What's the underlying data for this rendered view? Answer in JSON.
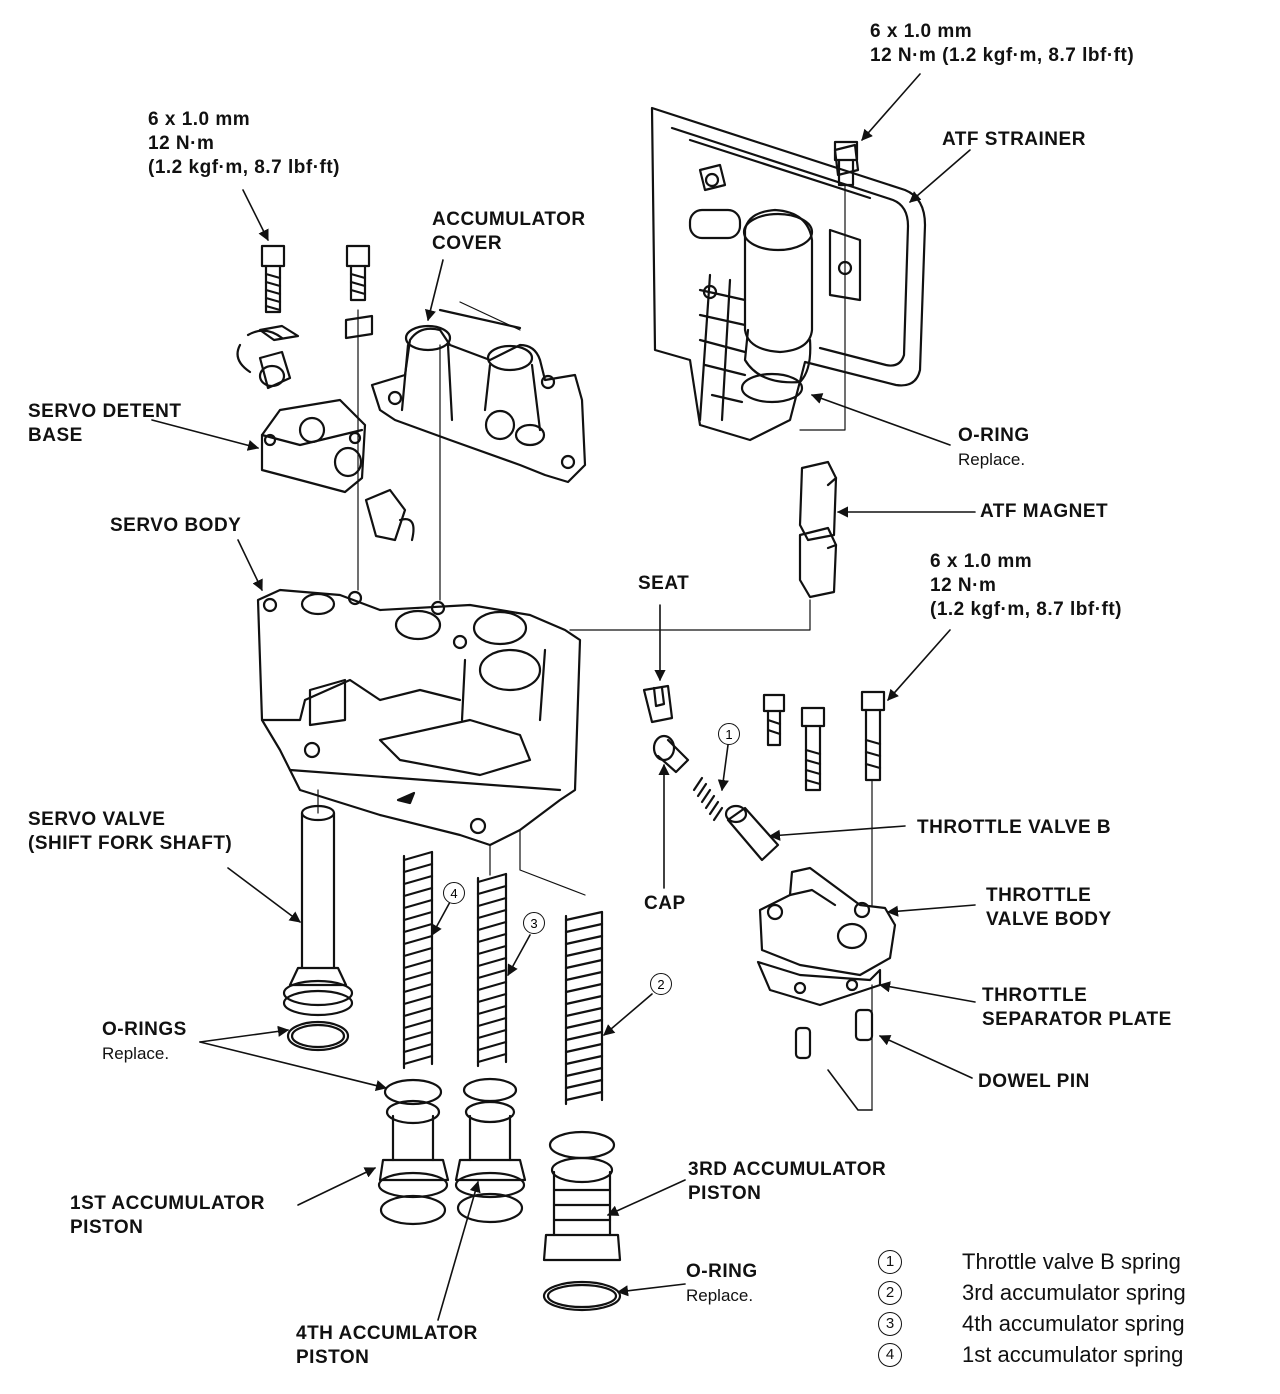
{
  "labels": {
    "bolt_left": {
      "l1": "6 x 1.0 mm",
      "l2": "12 N·m",
      "l3": "(1.2 kgf·m, 8.7 lbf·ft)"
    },
    "bolt_top": {
      "l1": "6 x 1.0 mm",
      "l2": "12 N·m (1.2 kgf·m, 8.7 lbf·ft)"
    },
    "bolt_right": {
      "l1": "6 x 1.0 mm",
      "l2": "12 N·m",
      "l3": "(1.2 kgf·m, 8.7 lbf·ft)"
    },
    "atf_strainer": "ATF STRAINER",
    "accumulator_cover": {
      "l1": "ACCUMULATOR",
      "l2": "COVER"
    },
    "servo_detent_base": {
      "l1": "SERVO DETENT",
      "l2": "BASE"
    },
    "servo_body": "SERVO BODY",
    "o_ring_top": {
      "l1": "O-RING",
      "l2": "Replace."
    },
    "atf_magnet": "ATF MAGNET",
    "seat": "SEAT",
    "cap": "CAP",
    "throttle_valve_b": "THROTTLE VALVE B",
    "throttle_valve_body": {
      "l1": "THROTTLE",
      "l2": "VALVE BODY"
    },
    "throttle_separator_plate": {
      "l1": "THROTTLE",
      "l2": "SEPARATOR PLATE"
    },
    "dowel_pin": "DOWEL PIN",
    "servo_valve": {
      "l1": "SERVO VALVE",
      "l2": "(SHIFT FORK SHAFT)"
    },
    "o_rings": {
      "l1": "O-RINGS",
      "l2": "Replace."
    },
    "first_accumulator_piston": {
      "l1": "1ST ACCUMULATOR",
      "l2": "PISTON"
    },
    "fourth_accumulator_piston": {
      "l1": "4TH ACCUMLATOR",
      "l2": "PISTON"
    },
    "third_accumulator_piston": {
      "l1": "3RD ACCUMULATOR",
      "l2": "PISTON"
    },
    "o_ring_bottom": {
      "l1": "O-RING",
      "l2": "Replace."
    }
  },
  "callouts": [
    "1",
    "2",
    "3",
    "4"
  ],
  "legend": [
    {
      "num": "1",
      "text": "Throttle valve B spring"
    },
    {
      "num": "2",
      "text": "3rd accumulator spring"
    },
    {
      "num": "3",
      "text": "4th accumulator spring"
    },
    {
      "num": "4",
      "text": "1st accumulator spring"
    }
  ]
}
